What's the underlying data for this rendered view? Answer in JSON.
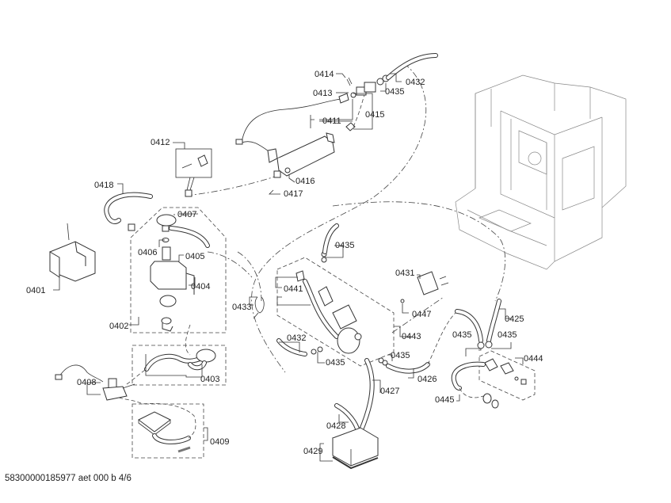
{
  "diagram": {
    "title": "Exploded parts diagram - water system",
    "footer": "58300000185977 aet 000 b 4/6",
    "labels": [
      {
        "id": "0414",
        "text": "0414"
      },
      {
        "id": "0432a",
        "text": "0432"
      },
      {
        "id": "0413",
        "text": "0413"
      },
      {
        "id": "0435a",
        "text": "0435"
      },
      {
        "id": "0411",
        "text": "0411"
      },
      {
        "id": "0415",
        "text": "0415"
      },
      {
        "id": "0412",
        "text": "0412"
      },
      {
        "id": "0416",
        "text": "0416"
      },
      {
        "id": "0417",
        "text": "0417"
      },
      {
        "id": "0418",
        "text": "0418"
      },
      {
        "id": "0407",
        "text": "0407"
      },
      {
        "id": "0406",
        "text": "0406"
      },
      {
        "id": "0405",
        "text": "0405"
      },
      {
        "id": "0404",
        "text": "0404"
      },
      {
        "id": "0401",
        "text": "0401"
      },
      {
        "id": "0402",
        "text": "0402"
      },
      {
        "id": "0433",
        "text": "0433"
      },
      {
        "id": "0435b",
        "text": "0435"
      },
      {
        "id": "0441",
        "text": "0441"
      },
      {
        "id": "0431",
        "text": "0431"
      },
      {
        "id": "0447",
        "text": "0447"
      },
      {
        "id": "0443",
        "text": "0443"
      },
      {
        "id": "0425",
        "text": "0425"
      },
      {
        "id": "0432b",
        "text": "0432"
      },
      {
        "id": "0435c",
        "text": "0435"
      },
      {
        "id": "0435d",
        "text": "0435"
      },
      {
        "id": "0435e",
        "text": "0435"
      },
      {
        "id": "0435f",
        "text": "0435"
      },
      {
        "id": "0444",
        "text": "0444"
      },
      {
        "id": "0403",
        "text": "0403"
      },
      {
        "id": "0408",
        "text": "0408"
      },
      {
        "id": "0426",
        "text": "0426"
      },
      {
        "id": "0427",
        "text": "0427"
      },
      {
        "id": "0445",
        "text": "0445"
      },
      {
        "id": "0428",
        "text": "0428"
      },
      {
        "id": "0409",
        "text": "0409"
      },
      {
        "id": "0429",
        "text": "0429"
      }
    ]
  }
}
